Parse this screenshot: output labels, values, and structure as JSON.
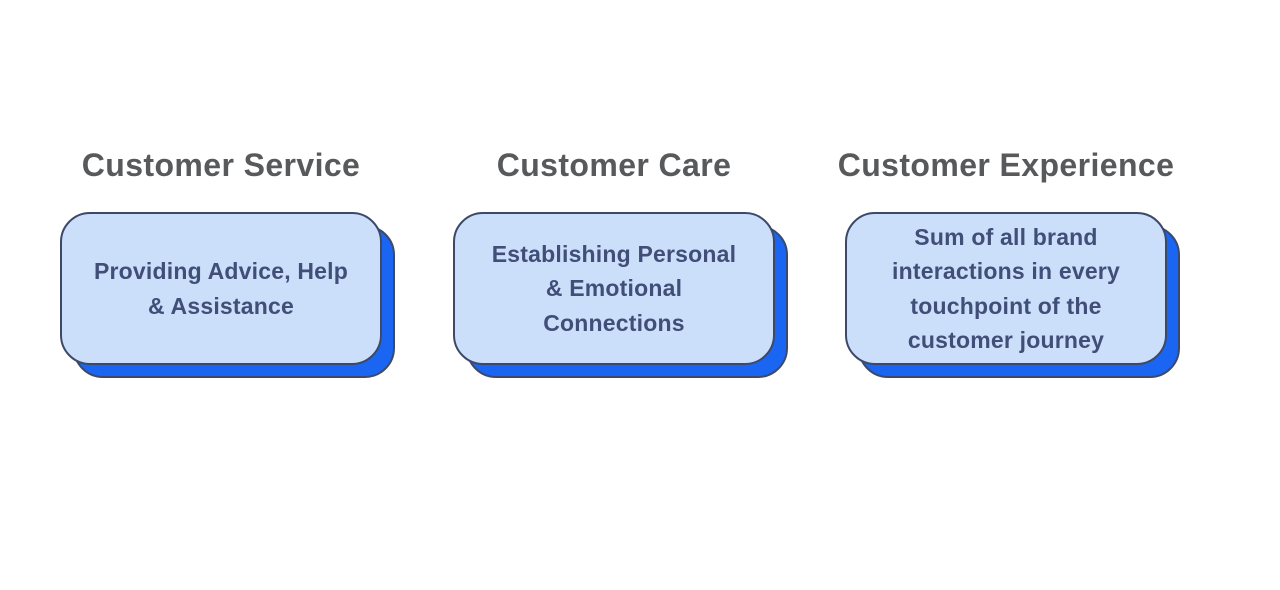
{
  "page": {
    "background_color": "#ffffff",
    "heading_color": "#58595B",
    "card_fill_color": "#CBDFFB",
    "card_border_color": "#3C4969",
    "card_shadow_color": "#1A66F2",
    "card_text_color": "#414E78"
  },
  "columns": [
    {
      "id": "customer-service",
      "heading": "Customer Service",
      "card_text": "Providing Advice, Help\n& Assistance"
    },
    {
      "id": "customer-care",
      "heading": "Customer Care",
      "card_text": "Establishing Personal\n& Emotional\nConnections"
    },
    {
      "id": "customer-experience",
      "heading": "Customer Experience",
      "card_text": "Sum of all brand\ninteractions in every\ntouchpoint of the\ncustomer journey"
    }
  ]
}
